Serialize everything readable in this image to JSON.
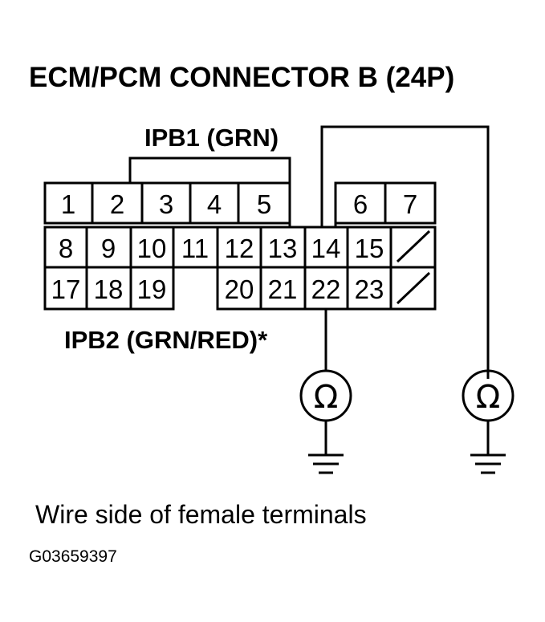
{
  "title": "ECM/PCM CONNECTOR B (24P)",
  "ipb1_label": "IPB1 (GRN)",
  "ipb2_label": "IPB2 (GRN/RED)*",
  "caption": "Wire side of female terminals",
  "figure_code": "G03659397",
  "meters": [
    {
      "symbol": "Ω"
    },
    {
      "symbol": "Ω"
    }
  ],
  "terminals": {
    "row1": [
      "1",
      "2",
      "3",
      "4",
      "5",
      "6",
      "7"
    ],
    "row2": [
      "8",
      "9",
      "10",
      "11",
      "12",
      "13",
      "14",
      "15"
    ],
    "row3": [
      "17",
      "18",
      "19",
      "20",
      "21",
      "22",
      "23"
    ]
  }
}
